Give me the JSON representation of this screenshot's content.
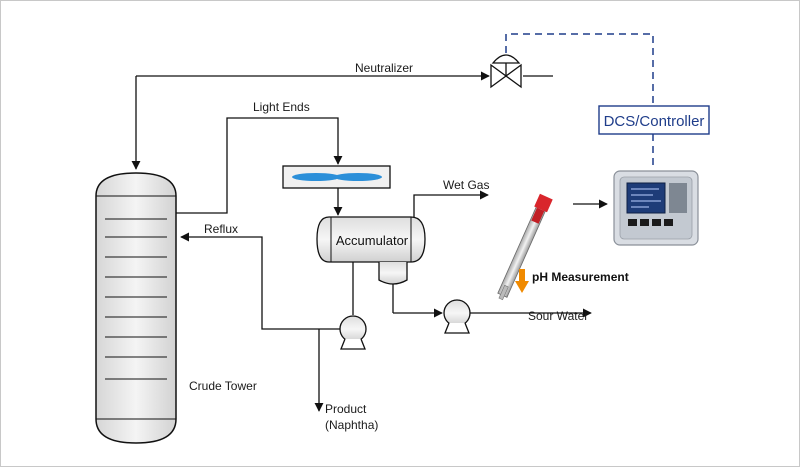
{
  "labels": {
    "neutralizer": "Neutralizer",
    "light_ends": "Light Ends",
    "wet_gas": "Wet Gas",
    "reflux": "Reflux",
    "accumulator": "Accumulator",
    "crude_tower": "Crude Tower",
    "product_line1": "Product",
    "product_line2": "(Naphtha)",
    "sour_water": "Sour Water",
    "ph_measurement": "pH Measurement",
    "dcs_controller": "DCS/Controller"
  },
  "colors": {
    "line": "#111111",
    "signal_dashed": "#1f3d8a",
    "vessel_fill": "#ececec",
    "cooler_blade": "#2b8fd9",
    "ph_arrow": "#f08a00",
    "probe_red": "#d9262c"
  }
}
